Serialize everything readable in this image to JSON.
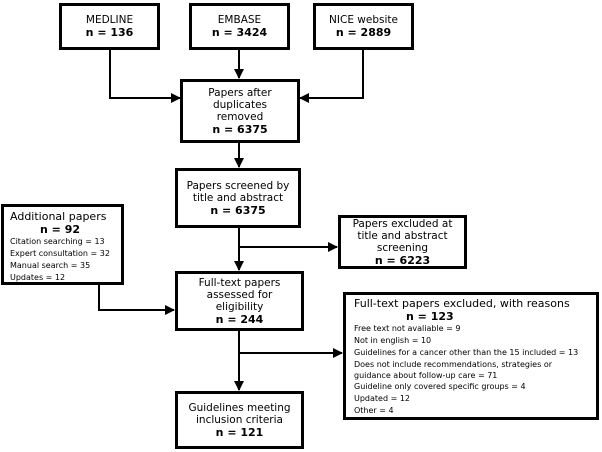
{
  "sources": [
    {
      "label": "MEDLINE",
      "count": "n = 136"
    },
    {
      "label": "EMBASE",
      "count": "n = 3424"
    },
    {
      "label": "NICE website",
      "count": "n = 2889"
    }
  ],
  "after_duplicates": {
    "label": "Papers after duplicates removed",
    "count": "n = 6375"
  },
  "screened": {
    "label": "Papers screened by title and abstract",
    "count": "n = 6375"
  },
  "excluded_title": {
    "label": "Papers excluded at title and abstract screening",
    "count": "n = 6223"
  },
  "additional": {
    "title": "Additional papers",
    "count": "n = 92",
    "items": [
      "Citation searching = 13",
      "Expert consultation = 32",
      "Manual search = 35",
      "Updates = 12"
    ]
  },
  "fulltext": {
    "label": "Full-text papers assessed for eligibility",
    "count": "n = 244"
  },
  "excluded_fulltext": {
    "title": "Full-text papers excluded, with reasons",
    "count": "n = 123",
    "items": [
      "Free text not avaliable = 9",
      "Not in english = 10",
      "Guidelines for a cancer other than the 15 included = 13",
      "Does not include recommendations, strategies or guidance about follow-up care = 71",
      "Guideline only covered specific groups = 4",
      "Updated = 12",
      "Other = 4"
    ]
  },
  "included": {
    "label": "Guidelines meeting inclusion criteria",
    "count": "n = 121"
  }
}
